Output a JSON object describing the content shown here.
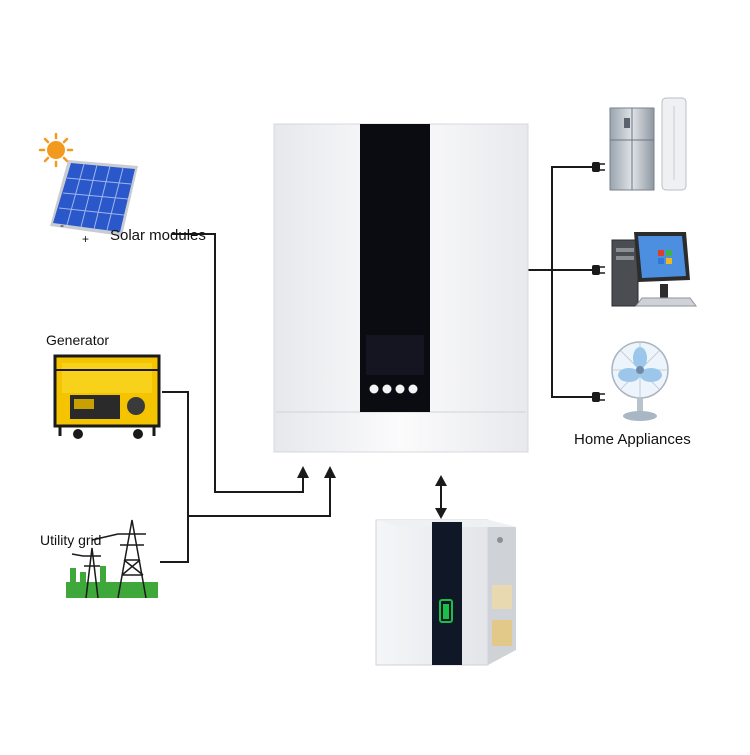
{
  "labels": {
    "solar": "Solar modules",
    "generator": "Generator",
    "grid": "Utility grid",
    "home": "Home Appliances",
    "minus": "-",
    "plus": "+"
  },
  "colors": {
    "line": "#1a1a1a",
    "panel_blue": "#2a57c9",
    "sun": "#f39a1e",
    "inverter_body": "#f2f3f5",
    "inverter_stripe": "#0b0b12",
    "generator_yellow": "#f5c400",
    "grass": "#3ea83a",
    "battery_indicator": "#18c04a"
  },
  "icons": [
    "sun-icon",
    "solar-panel-icon",
    "generator-icon",
    "power-tower-icon",
    "fridge-icon",
    "computer-icon",
    "fan-icon",
    "plug-icon"
  ]
}
